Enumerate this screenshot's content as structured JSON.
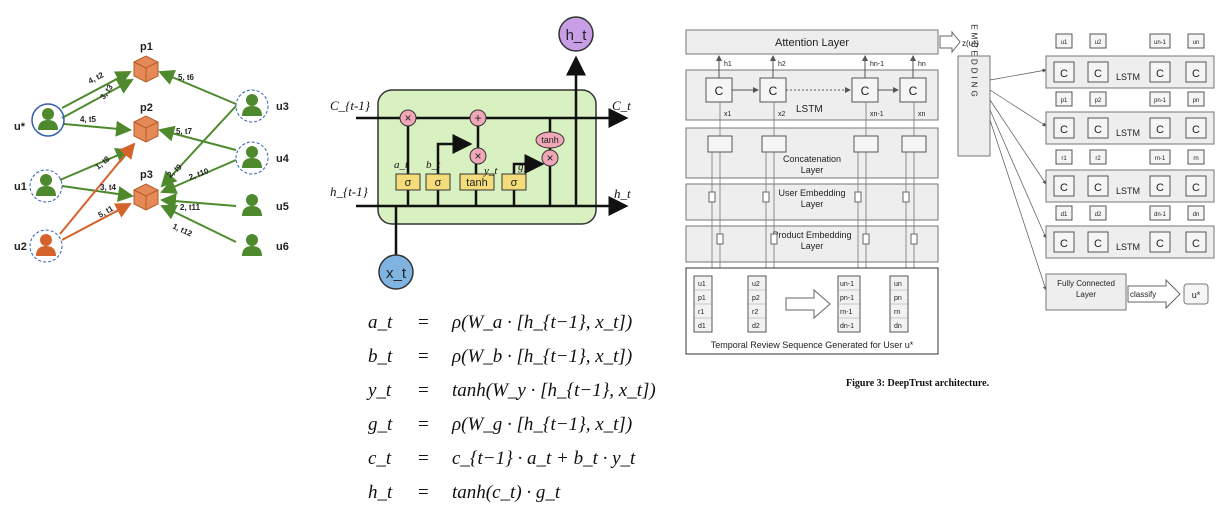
{
  "graph": {
    "users": {
      "u_star": "u*",
      "u1": "u1",
      "u2": "u2",
      "u3": "u3",
      "u4": "u4",
      "u5": "u5",
      "u6": "u6"
    },
    "products": {
      "p1": "p1",
      "p2": "p2",
      "p3": "p3"
    },
    "edges": {
      "e_ustar_p1": "4, t2",
      "e_ustar_p1b": "3, t3",
      "e_ustar_p2": "4, t5",
      "e_u3_p1": "5, t6",
      "e_u4_p2": "5, t7",
      "e_u1_p3a": "1, t8",
      "e_u4_p3a": "2, t9",
      "e_u4_p3b": "2, t10",
      "e_u1_p3": "3, t4",
      "e_u5_p3": "2, t11",
      "e_u2_p3": "5, t1",
      "e_u6_p3": "1, t12"
    },
    "colors": {
      "green": "#4e8a2d",
      "orange": "#d4622a",
      "box": "#e58a57"
    }
  },
  "lstm": {
    "c_prev": "C_{t-1}",
    "c_next": "C_t",
    "h_prev": "h_{t-1}",
    "h_next": "h_t",
    "x_in": "x_t",
    "h_out": "h_t",
    "gates": {
      "sigma1": "σ",
      "sigma2": "σ",
      "tanh": "tanh",
      "sigma3": "σ"
    },
    "gate_labels": {
      "a": "a_t",
      "b": "b_t",
      "y": "y_t",
      "g": "g_t"
    },
    "ops": {
      "mul1": "×",
      "add": "+",
      "mul2": "×",
      "mul3": "×",
      "tanh_out": "tanh"
    },
    "colors": {
      "cell": "#d9f0c0",
      "gate": "#f5dc7a",
      "op": "#f0a8b8",
      "input": "#7fb3e0",
      "output": "#c89ee6"
    }
  },
  "equations": [
    {
      "lhs": "a_t",
      "rhs": "ρ(W_a · [h_{t−1}, x_t])"
    },
    {
      "lhs": "b_t",
      "rhs": "ρ(W_b · [h_{t−1}, x_t])"
    },
    {
      "lhs": "y_t",
      "rhs": "tanh(W_y · [h_{t−1}, x_t])"
    },
    {
      "lhs": "g_t",
      "rhs": "ρ(W_g · [h_{t−1}, x_t])"
    },
    {
      "lhs": "c_t",
      "rhs": "c_{t−1} · a_t + b_t · y_t"
    },
    {
      "lhs": "h_t",
      "rhs": "tanh(c_t) · g_t"
    }
  ],
  "deeptrust": {
    "attention": "Attention Layer",
    "z": "z(u*)",
    "embedding": "EMBEDDING",
    "lstm": "LSTM",
    "cell": "C",
    "h": [
      "h1",
      "h2",
      "hn-1",
      "hn"
    ],
    "x": [
      "x1",
      "x2",
      "xn-1",
      "xn"
    ],
    "concat": "Concatenation Layer",
    "user_emb": "User Embedding Layer",
    "prod_emb": "Product Embedding Layer",
    "seq_caption": "Temporal Review Sequence Generated for User u*",
    "seq_cols": [
      [
        "u1",
        "p1",
        "r1",
        "d1"
      ],
      [
        "u2",
        "p2",
        "r2",
        "d2"
      ],
      [
        "un-1",
        "pn-1",
        "rn-1",
        "dn-1"
      ],
      [
        "un",
        "pn",
        "rn",
        "dn"
      ]
    ],
    "right_rows": [
      [
        "u1",
        "u2",
        "un-1",
        "un"
      ],
      [
        "p1",
        "p2",
        "pn-1",
        "pn"
      ],
      [
        "r1",
        "r2",
        "rn-1",
        "rn"
      ],
      [
        "d1",
        "d2",
        "dn-1",
        "dn"
      ]
    ],
    "fc": "Fully Connected Layer",
    "classify": "classify",
    "out": "u*",
    "caption": "Figure 3: DeepTrust architecture."
  }
}
